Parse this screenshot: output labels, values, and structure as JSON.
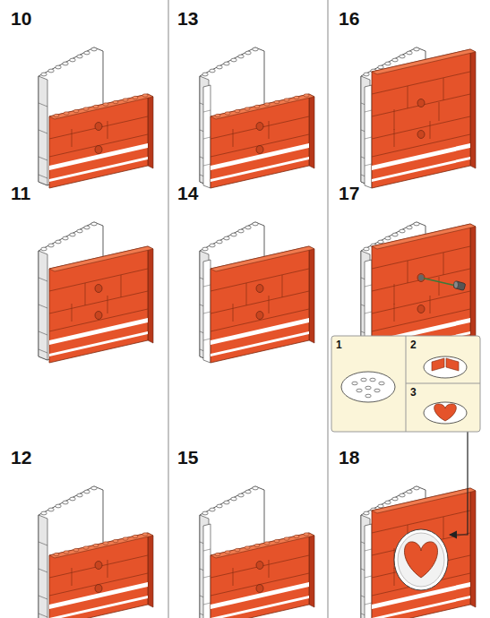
{
  "diagram": {
    "labels": [
      "10",
      "13",
      "16",
      "11",
      "14",
      "17",
      "1",
      "2",
      "3",
      "12",
      "15",
      "18"
    ]
  }
}
